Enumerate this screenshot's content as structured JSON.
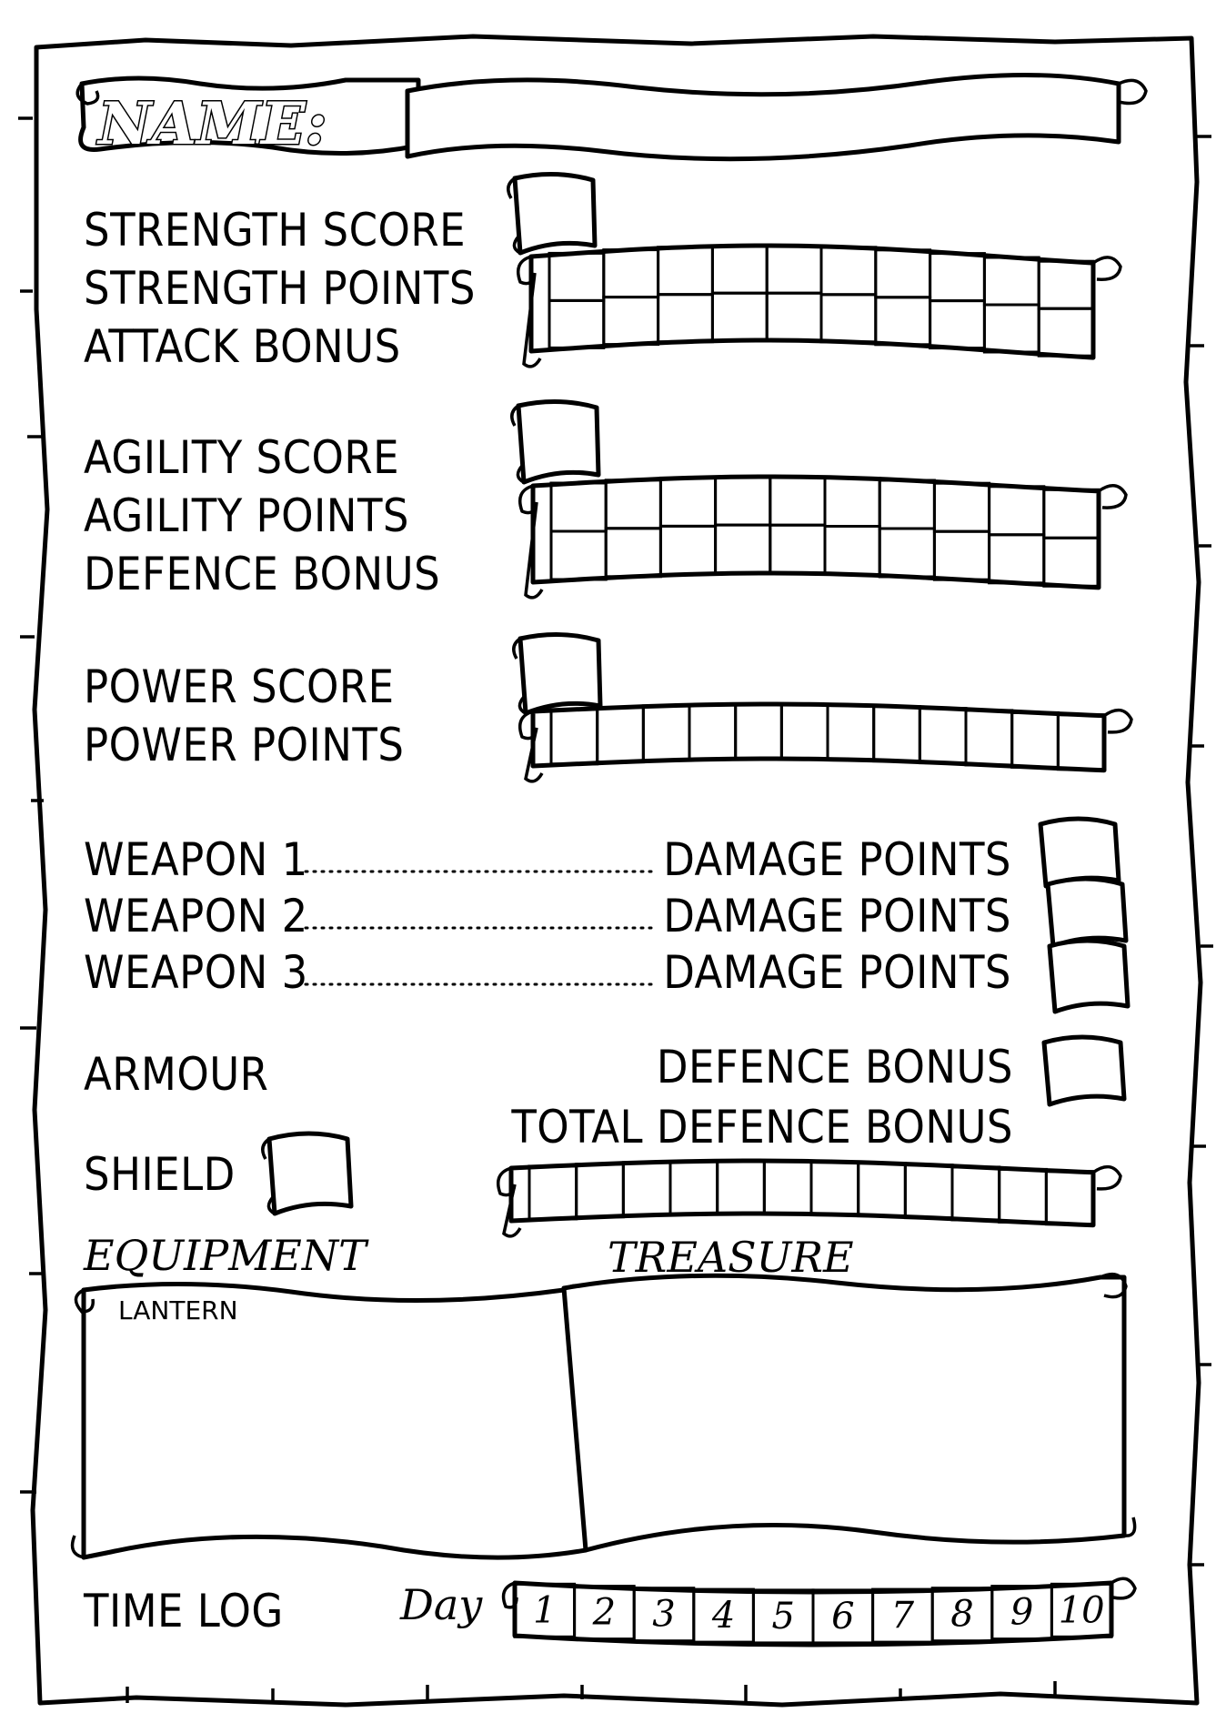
{
  "name_label": "NAME:",
  "stats": {
    "strength_score": "STRENGTH SCORE",
    "strength_points": "STRENGTH POINTS",
    "attack_bonus": "ATTACK BONUS",
    "agility_score": "AGILITY SCORE",
    "agility_points": "AGILITY POINTS",
    "defence_bonus": "DEFENCE BONUS",
    "power_score": "POWER SCORE",
    "power_points": "POWER POINTS"
  },
  "weapons": [
    {
      "label": "WEAPON 1",
      "damage_label": "DAMAGE POINTS"
    },
    {
      "label": "WEAPON 2",
      "damage_label": "DAMAGE POINTS"
    },
    {
      "label": "WEAPON 3",
      "damage_label": "DAMAGE POINTS"
    }
  ],
  "armour": {
    "label": "ARMOUR",
    "defence_label": "DEFENCE BONUS"
  },
  "total_defence_label": "TOTAL DEFENCE BONUS",
  "shield_label": "SHIELD",
  "equipment": {
    "label": "EQUIPMENT",
    "items": [
      "LANTERN"
    ]
  },
  "treasure_label": "TREASURE",
  "time_log": {
    "label": "TIME LOG",
    "day_label": "Day",
    "days": [
      "1",
      "2",
      "3",
      "4",
      "5",
      "6",
      "7",
      "8",
      "9",
      "10"
    ]
  }
}
